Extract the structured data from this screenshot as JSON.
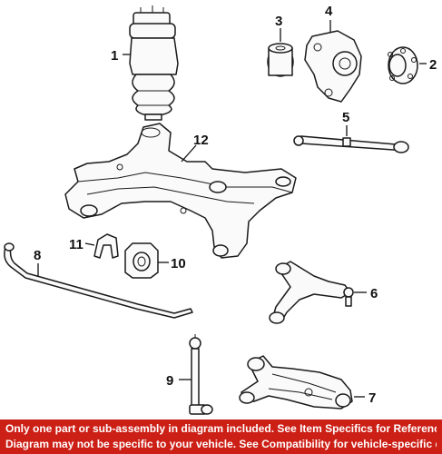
{
  "callouts": [
    "1",
    "2",
    "3",
    "4",
    "5",
    "6",
    "7",
    "8",
    "9",
    "10",
    "11",
    "12"
  ],
  "footer": {
    "line1": "Only one part or sub-assembly in diagram included. See Item Specifics for Reference #.",
    "line2": "Diagram may not be specific to your vehicle. See Compatibility for vehicle-specific diagrams."
  },
  "colors": {
    "footer_bg": "#cc1f16",
    "footer_text": "#ffffff",
    "line": "#1a1a1a"
  }
}
